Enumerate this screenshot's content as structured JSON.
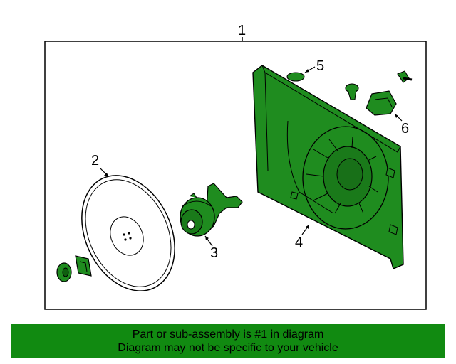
{
  "diagram": {
    "callouts": [
      {
        "id": "1",
        "text": "1"
      },
      {
        "id": "2",
        "text": "2"
      },
      {
        "id": "3",
        "text": "3"
      },
      {
        "id": "4",
        "text": "4"
      },
      {
        "id": "5",
        "text": "5"
      },
      {
        "id": "6",
        "text": "6"
      }
    ],
    "part_color": "#1f8c1f",
    "outline_color": "#000000"
  },
  "banner": {
    "line1": "Part or sub-assembly is #1 in diagram",
    "line2": "Diagram may not be specific to your vehicle",
    "background": "#118a11"
  }
}
